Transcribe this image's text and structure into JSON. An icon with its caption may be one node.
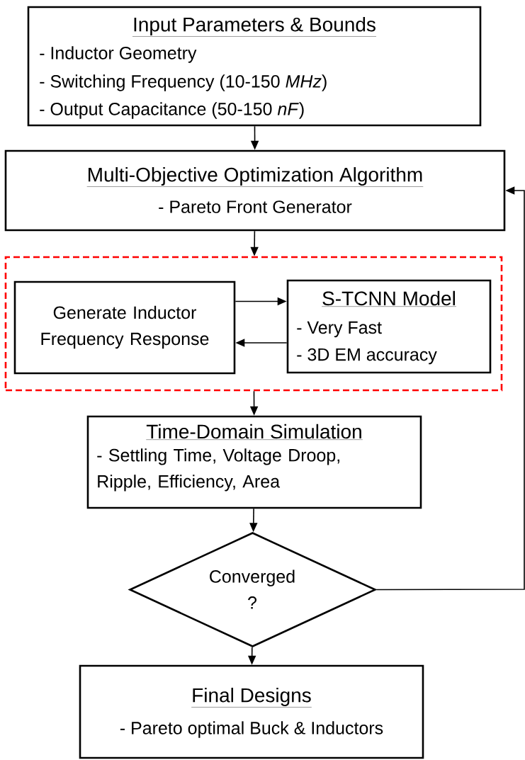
{
  "diagram": {
    "nodes": [
      {
        "text": [
          "Input Parameters & Bounds",
          "- Inductor Geometry",
          "- Switching Frequency (10-150 *MHz*)",
          "- Output Capacitance (50-150 *nF*)"
        ]
      },
      {
        "text": [
          "Multi-Objective Optimization Algorithm",
          "- Pareto Front Generator"
        ]
      },
      {
        "text": [],
        "shape": "box"
      },
      {
        "text": [
          "Generate Inductor Frequency Response"
        ],
        "in": 2
      },
      {
        "text": [
          "S-TCNN Model",
          "- Very Fast",
          "- 3D EM accuracy"
        ],
        "in": 2
      },
      {
        "text": [
          "Time-Domain Simulation",
          "- Settling Time, Voltage Droop, Ripple, Efficiency, Area"
        ]
      },
      {
        "text": [
          "Converged ?"
        ]
      },
      {
        "text": [
          "Final Designs",
          "- Pareto optimal Buck & Inductors"
        ]
      }
    ],
    "edges": [
      {
        "from": 0,
        "to": 1,
        "arrow": "to"
      },
      {
        "from": 1,
        "to": 2,
        "arrow": "to"
      },
      {
        "from": 3,
        "to": 4,
        "arrow": "to"
      },
      {
        "from": 4,
        "to": 3,
        "arrow": "to"
      },
      {
        "from": 2,
        "to": 5,
        "arrow": "to"
      },
      {
        "from": 5,
        "to": 6,
        "arrow": "to"
      },
      {
        "from": 6,
        "to": 7,
        "arrow": "to"
      },
      {
        "from": 6,
        "to": 1,
        "arrow": "to"
      }
    ]
  }
}
